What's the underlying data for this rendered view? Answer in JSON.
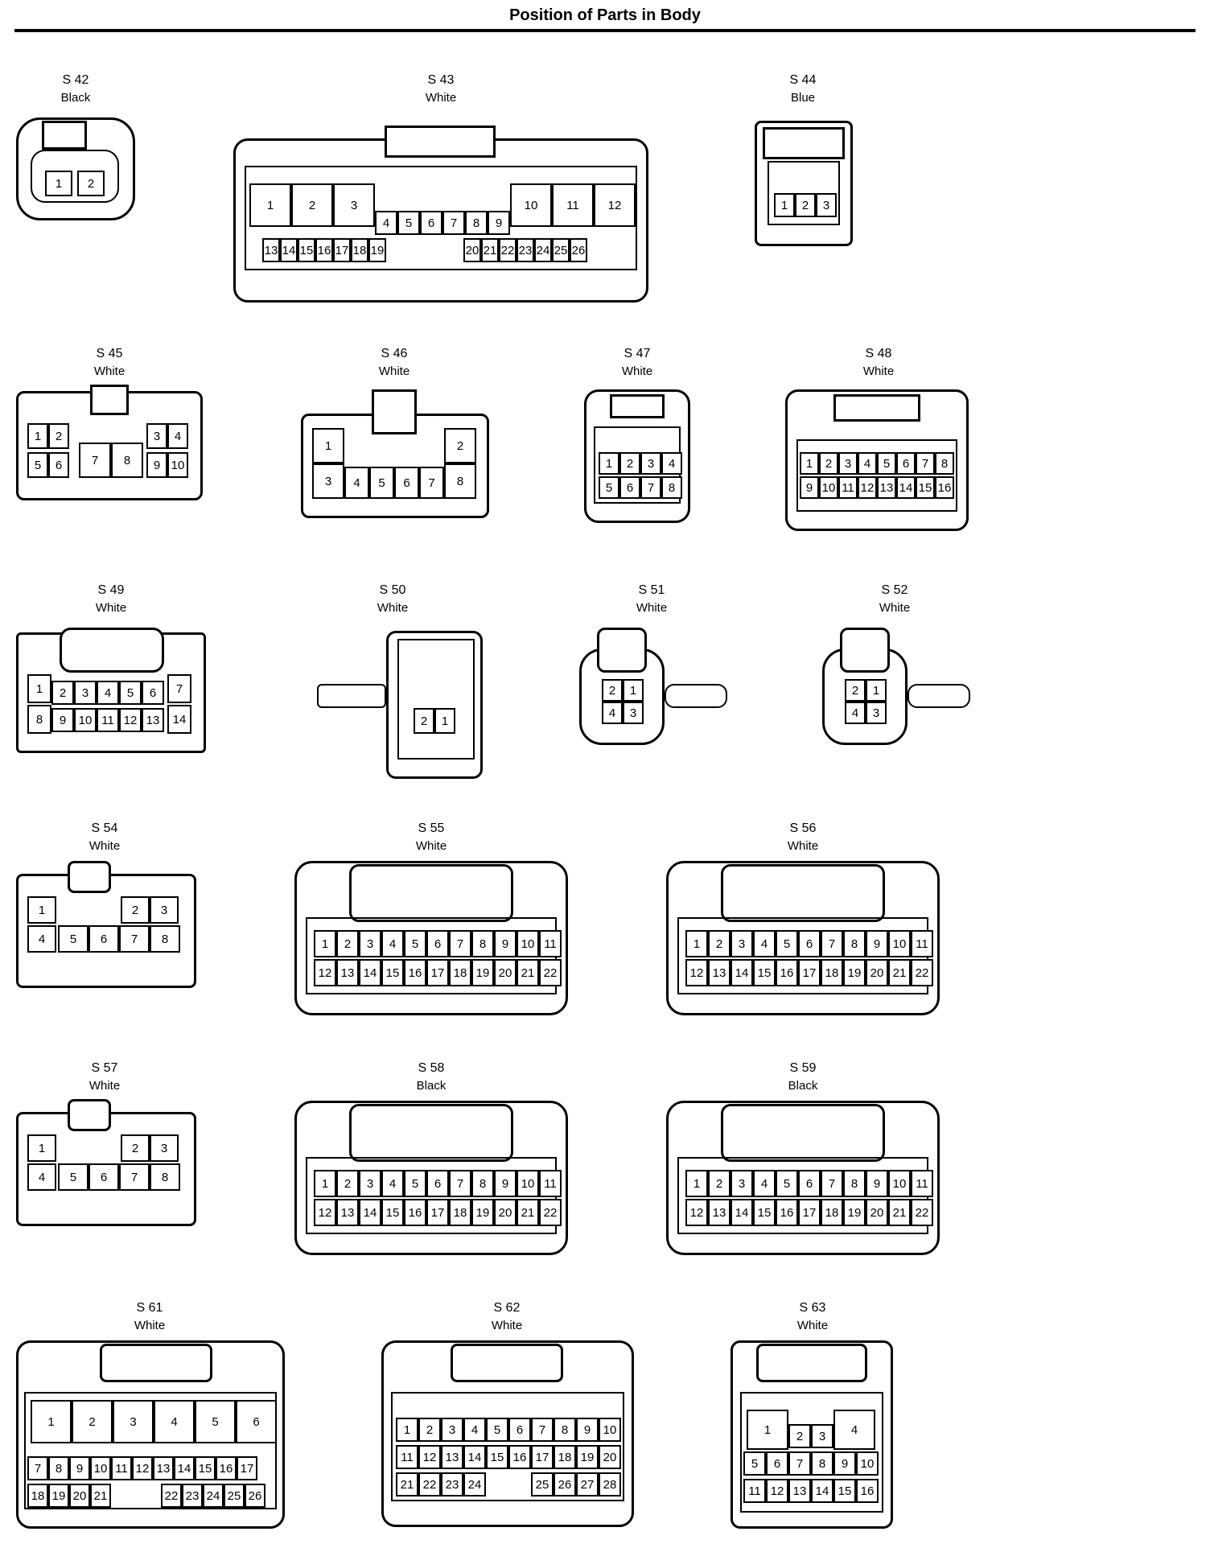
{
  "title": "Position of Parts in Body",
  "connectors": [
    {
      "id": "S 42",
      "color": "Black",
      "pins": [
        "1",
        "2"
      ]
    },
    {
      "id": "S 43",
      "color": "White",
      "pins": [
        "1",
        "2",
        "3",
        "4",
        "5",
        "6",
        "7",
        "8",
        "9",
        "10",
        "11",
        "12",
        "13",
        "14",
        "15",
        "16",
        "17",
        "18",
        "19",
        "20",
        "21",
        "22",
        "23",
        "24",
        "25",
        "26"
      ]
    },
    {
      "id": "S 44",
      "color": "Blue",
      "pins": [
        "1",
        "2",
        "3"
      ]
    },
    {
      "id": "S 45",
      "color": "White",
      "pins": [
        "1",
        "2",
        "3",
        "4",
        "5",
        "6",
        "7",
        "8",
        "9",
        "10"
      ]
    },
    {
      "id": "S 46",
      "color": "White",
      "pins": [
        "1",
        "2",
        "3",
        "4",
        "5",
        "6",
        "7",
        "8"
      ]
    },
    {
      "id": "S 47",
      "color": "White",
      "pins": [
        "1",
        "2",
        "3",
        "4",
        "5",
        "6",
        "7",
        "8"
      ]
    },
    {
      "id": "S 48",
      "color": "White",
      "pins": [
        "1",
        "2",
        "3",
        "4",
        "5",
        "6",
        "7",
        "8",
        "9",
        "10",
        "11",
        "12",
        "13",
        "14",
        "15",
        "16"
      ]
    },
    {
      "id": "S 49",
      "color": "White",
      "pins": [
        "1",
        "2",
        "3",
        "4",
        "5",
        "6",
        "7",
        "8",
        "9",
        "10",
        "11",
        "12",
        "13",
        "14"
      ]
    },
    {
      "id": "S 50",
      "color": "White",
      "pins": [
        "2",
        "1"
      ]
    },
    {
      "id": "S 51",
      "color": "White",
      "pins": [
        "2",
        "1",
        "4",
        "3"
      ]
    },
    {
      "id": "S 52",
      "color": "White",
      "pins": [
        "2",
        "1",
        "4",
        "3"
      ]
    },
    {
      "id": "S 54",
      "color": "White",
      "pins": [
        "1",
        "2",
        "3",
        "4",
        "5",
        "6",
        "7",
        "8"
      ]
    },
    {
      "id": "S 55",
      "color": "White",
      "pins": [
        "1",
        "2",
        "3",
        "4",
        "5",
        "6",
        "7",
        "8",
        "9",
        "10",
        "11",
        "12",
        "13",
        "14",
        "15",
        "16",
        "17",
        "18",
        "19",
        "20",
        "21",
        "22"
      ]
    },
    {
      "id": "S 56",
      "color": "White",
      "pins": [
        "1",
        "2",
        "3",
        "4",
        "5",
        "6",
        "7",
        "8",
        "9",
        "10",
        "11",
        "12",
        "13",
        "14",
        "15",
        "16",
        "17",
        "18",
        "19",
        "20",
        "21",
        "22"
      ]
    },
    {
      "id": "S 57",
      "color": "White",
      "pins": [
        "1",
        "2",
        "3",
        "4",
        "5",
        "6",
        "7",
        "8"
      ]
    },
    {
      "id": "S 58",
      "color": "Black",
      "pins": [
        "1",
        "2",
        "3",
        "4",
        "5",
        "6",
        "7",
        "8",
        "9",
        "10",
        "11",
        "12",
        "13",
        "14",
        "15",
        "16",
        "17",
        "18",
        "19",
        "20",
        "21",
        "22"
      ]
    },
    {
      "id": "S 59",
      "color": "Black",
      "pins": [
        "1",
        "2",
        "3",
        "4",
        "5",
        "6",
        "7",
        "8",
        "9",
        "10",
        "11",
        "12",
        "13",
        "14",
        "15",
        "16",
        "17",
        "18",
        "19",
        "20",
        "21",
        "22"
      ]
    },
    {
      "id": "S 61",
      "color": "White",
      "pins": [
        "1",
        "2",
        "3",
        "4",
        "5",
        "6",
        "7",
        "8",
        "9",
        "10",
        "11",
        "12",
        "13",
        "14",
        "15",
        "16",
        "17",
        "18",
        "19",
        "20",
        "21",
        "22",
        "23",
        "24",
        "25",
        "26"
      ]
    },
    {
      "id": "S 62",
      "color": "White",
      "pins": [
        "1",
        "2",
        "3",
        "4",
        "5",
        "6",
        "7",
        "8",
        "9",
        "10",
        "11",
        "12",
        "13",
        "14",
        "15",
        "16",
        "17",
        "18",
        "19",
        "20",
        "21",
        "22",
        "23",
        "24",
        "25",
        "26",
        "27",
        "28"
      ]
    },
    {
      "id": "S 63",
      "color": "White",
      "pins": [
        "1",
        "2",
        "3",
        "4",
        "5",
        "6",
        "7",
        "8",
        "9",
        "10",
        "11",
        "12",
        "13",
        "14",
        "15",
        "16"
      ]
    }
  ]
}
